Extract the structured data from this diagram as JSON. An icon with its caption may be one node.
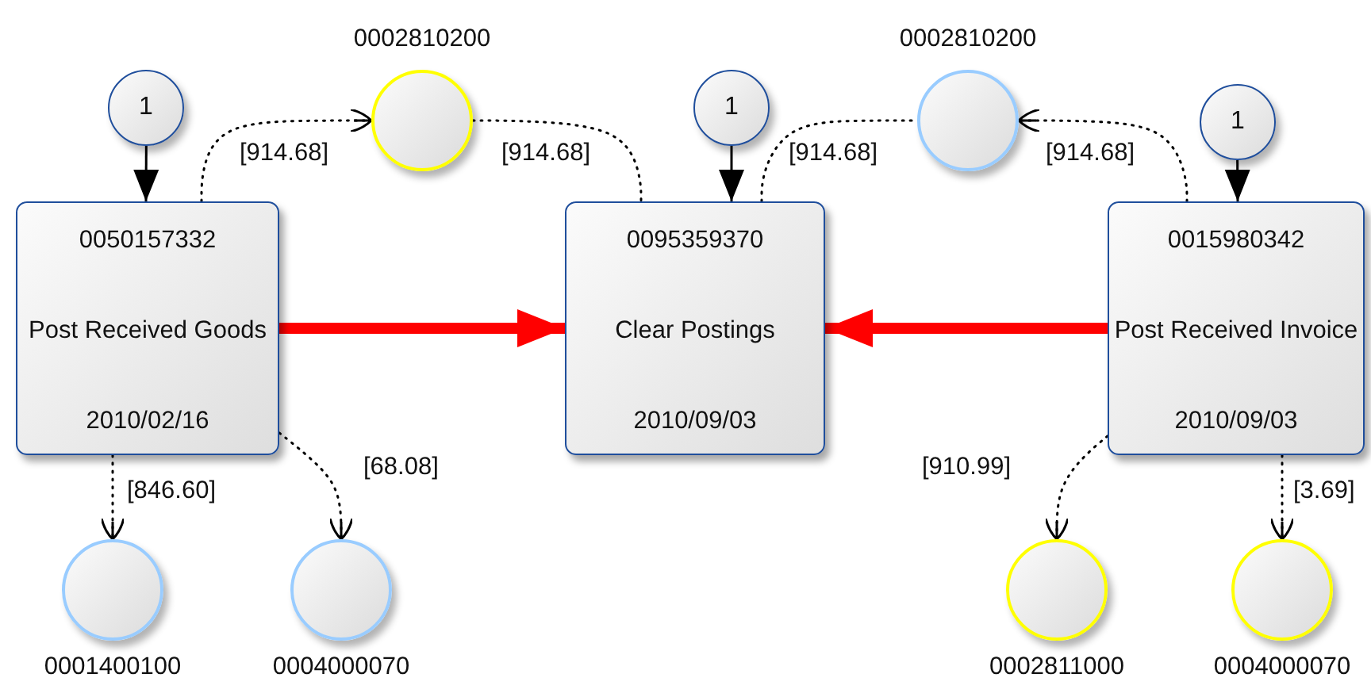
{
  "diagram": {
    "nodes": [
      {
        "text": [
          "1"
        ]
      },
      {
        "text": [
          "0050157332",
          "Post Received Goods",
          "2010/02/16"
        ]
      },
      {
        "text": [
          "0002810200"
        ]
      },
      {
        "text": [
          "1"
        ]
      },
      {
        "text": [
          "0095359370",
          "Clear Postings",
          "2010/09/03"
        ]
      },
      {
        "text": [
          "0002810200"
        ]
      },
      {
        "text": [
          "1"
        ]
      },
      {
        "text": [
          "0015980342",
          "Post Received Invoice",
          "2010/09/03"
        ]
      },
      {
        "text": [
          "0001400100"
        ]
      },
      {
        "text": [
          "0004000070"
        ]
      },
      {
        "text": [
          "0002811000"
        ]
      },
      {
        "text": [
          "0004000070"
        ]
      }
    ],
    "edges": [
      {
        "from": 0,
        "to": 1,
        "arrow": "to"
      },
      {
        "from": 1,
        "to": 2,
        "arrow": "to",
        "label": "[914.68]",
        "style": "dashed"
      },
      {
        "from": 2,
        "to": 4,
        "arrow": "none",
        "label": "[914.68]",
        "style": "dashed"
      },
      {
        "from": 3,
        "to": 4,
        "arrow": "to"
      },
      {
        "from": 4,
        "to": 5,
        "arrow": "none",
        "label": "[914.68]",
        "style": "dashed"
      },
      {
        "from": 7,
        "to": 5,
        "arrow": "to",
        "label": "[914.68]",
        "style": "dashed"
      },
      {
        "from": 6,
        "to": 7,
        "arrow": "to"
      },
      {
        "from": 1,
        "to": 4,
        "arrow": "to",
        "style": "thick",
        "color": "#ff0000"
      },
      {
        "from": 7,
        "to": 4,
        "arrow": "to",
        "style": "thick",
        "color": "#ff0000"
      },
      {
        "from": 1,
        "to": 8,
        "arrow": "to",
        "label": "[846.60]",
        "style": "dashed"
      },
      {
        "from": 1,
        "to": 9,
        "arrow": "to",
        "label": "[68.08]",
        "style": "dashed"
      },
      {
        "from": 7,
        "to": 10,
        "arrow": "to",
        "label": "[910.99]",
        "style": "dashed"
      },
      {
        "from": 7,
        "to": 11,
        "arrow": "to",
        "label": "[3.69]",
        "style": "dashed"
      }
    ]
  }
}
